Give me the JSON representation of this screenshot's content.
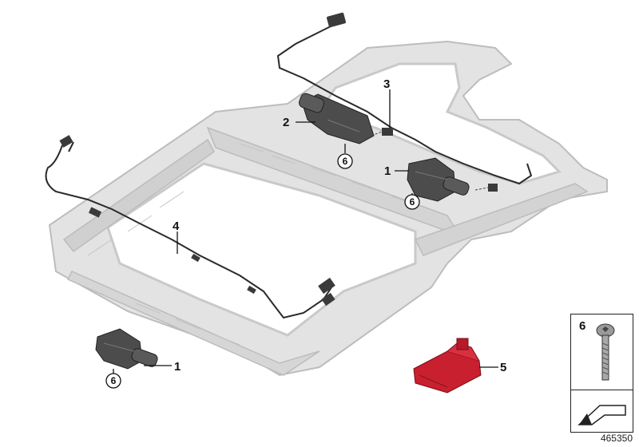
{
  "callouts": {
    "c1_upper": "1",
    "c2": "2",
    "c3": "3",
    "c4": "4",
    "c1_lower": "1",
    "c5": "5",
    "c6_a": "6",
    "c6_b": "6",
    "c6_c": "6"
  },
  "legend": {
    "number": "6"
  },
  "part_number": "465350",
  "colors": {
    "frame": "#dcdcdc",
    "frame_edge": "#b8b8b8",
    "motor": "#4a4a4a",
    "cable": "#2a2a2a",
    "connector": "#c8202f"
  },
  "icons": [
    "screw-icon",
    "arrow-corner-icon"
  ]
}
